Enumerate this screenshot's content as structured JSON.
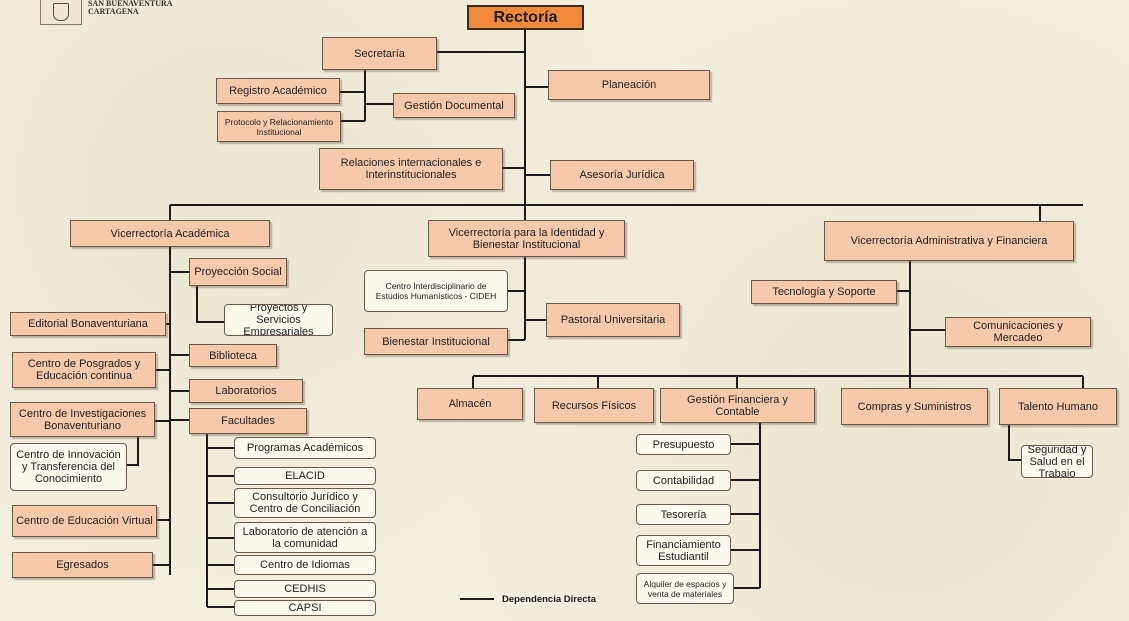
{
  "logo": {
    "lines": "SAN BUENAVENTURA\nCARTAGENA"
  },
  "legend": {
    "label": "Dependencia Directa"
  },
  "nodes": {
    "rectoria": "Rectoría",
    "secretaria": "Secretaría",
    "registro_academico": "Registro Académico",
    "protocolo": "Protocolo y Relacionamiento Institucional",
    "gestion_documental": "Gestión Documental",
    "planeacion": "Planeación",
    "relaciones_internacionales": "Relaciones internacionales e Interinstitucionales",
    "asesoria_juridica": "Asesoría Jurídica",
    "vice_academica": "Vicerrectoría Académica",
    "vice_identidad": "Vicerrectoría para la Identidad y Bienestar Institucional",
    "vice_administrativa": "Vicerrectoría Administrativa y Financiera",
    "proyeccion_social": "Proyección Social",
    "proyectos_servicios": "Proyectos y Servicios Empresariales",
    "editorial": "Editorial Bonaventuriana",
    "centro_posgrados": "Centro de Posgrados y Educación continua",
    "centro_investigaciones": "Centro de Investigaciones Bonaventuriano",
    "centro_innovacion": "Centro de Innovación y Transferencia del Conocimiento",
    "centro_educacion_virtual": "Centro de Educación Virtual",
    "egresados": "Egresados",
    "biblioteca": "Biblioteca",
    "laboratorios": "Laboratorios",
    "facultades": "Facultades",
    "programas_academicos": "Programas Académicos",
    "elacid": "ELACID",
    "consultorio_juridico": "Consultorio Jurídico y Centro de Conciliación",
    "laboratorio_atencion": "Laboratorio de atención a la comunidad",
    "centro_idiomas": "Centro de Idiomas",
    "cedhis": "CEDHIS",
    "capsi": "CAPSI",
    "cideh": "Centro Interdisciplinario de Estudios Humanísticos - CIDEH",
    "pastoral": "Pastoral Universitaria",
    "bienestar": "Bienestar Institucional",
    "tecnologia": "Tecnología y Soporte",
    "comunicaciones": "Comunicaciones y Mercadeo",
    "almacen": "Almacén",
    "recursos_fisicos": "Recursos Físicos",
    "gestion_financiera": "Gestión Financiera y Contable",
    "compras": "Compras y Suministros",
    "talento_humano": "Talento Humano",
    "presupuesto": "Presupuesto",
    "contabilidad": "Contabilidad",
    "tesoreria": "Tesorería",
    "financiamiento": "Financiamiento Estudiantil",
    "alquiler": "Alquiler de espacios y venta de materiales",
    "seguridad_salud": "Seguridad y Salud en el Trabajo"
  },
  "colors": {
    "box_fill": "#f6c9ac",
    "root_fill": "#f1893a",
    "white_box_fill": "#fbf8ee",
    "connector": "#1b1b1b"
  }
}
